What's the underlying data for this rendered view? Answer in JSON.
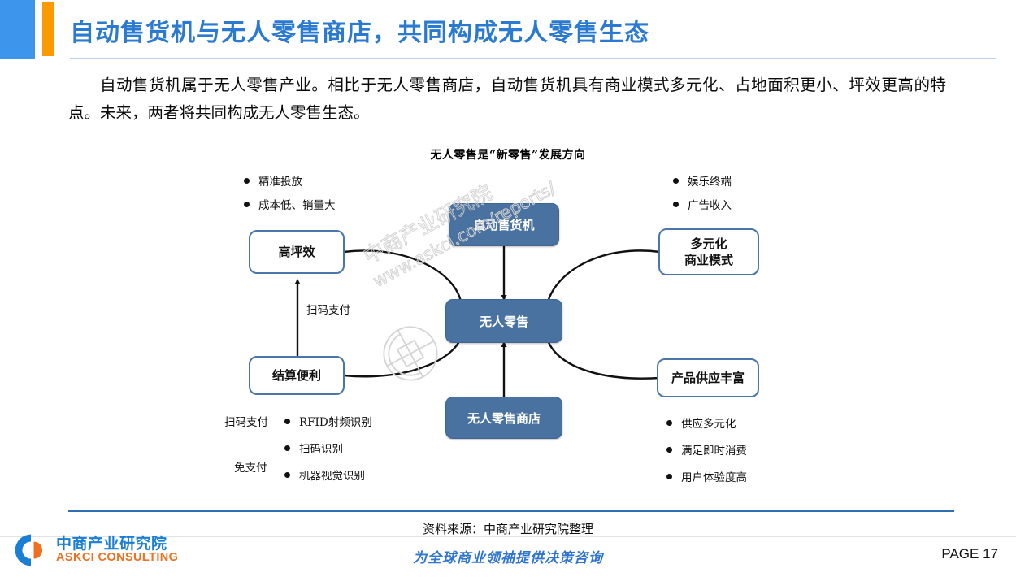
{
  "header": {
    "title": "自动售货机与无人零售商店，共同构成无人零售生态"
  },
  "body": {
    "paragraph": "自动售货机属于无人零售产业。相比于无人零售商店，自动售货机具有商业模式多元化、占地面积更小、坪效更高的特点。未来，两者将共同构成无人零售生态。"
  },
  "diagram": {
    "title": "无人零售是“新零售”发展方向",
    "nodes": {
      "top_center": "自动售货机",
      "center": "无人零售",
      "bottom_center": "无人零售商店",
      "left_top": "高坪效",
      "left_bottom": "结算便利",
      "right_top_line1": "多元化",
      "right_top_line2": "商业模式",
      "right_bottom": "产品供应丰富"
    },
    "edge_label": "扫码支付",
    "bullets_left_top": [
      "精准投放",
      "成本低、销量大"
    ],
    "bullets_right_top": [
      "娱乐终端",
      "广告收入"
    ],
    "bullets_bottom_left": [
      "RFID射频识别",
      "扫码识别",
      "机器视觉识别"
    ],
    "labels_bottom_left": [
      "扫码支付",
      "免支付"
    ],
    "bullets_bottom_right": [
      "供应多元化",
      "满足即时消费",
      "用户体验度高"
    ]
  },
  "watermark": {
    "line1": "中商产业研究院",
    "line2": "www.askci.com/reports/"
  },
  "footer": {
    "source": "资料来源：中商产业研究院整理",
    "tagline": "为全球商业领袖提供决策咨询",
    "page": "PAGE 17",
    "logo_cn": "中商产业研究院",
    "logo_en": "ASKCI CONSULTING"
  },
  "colors": {
    "accent_blue": "#2b7ad1",
    "accent_orange": "#fb9b02",
    "node_blue": "#4a72a0",
    "node_border": "#4a76a8"
  }
}
